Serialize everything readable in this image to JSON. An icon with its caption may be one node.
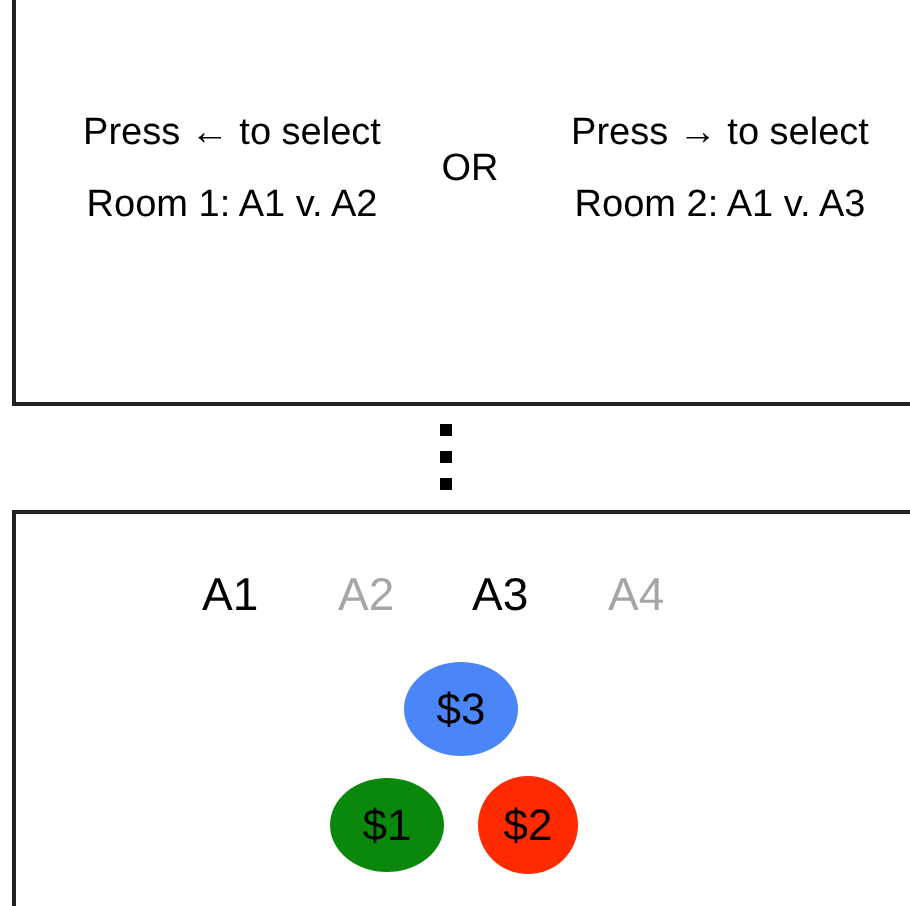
{
  "diagram": {
    "nodes": [
      {
        "text": [
          "Press ← to select Room 1: A1 v. A2",
          "OR",
          "Press → to select Room 2: A1 v. A3"
        ]
      },
      {
        "text": [
          "A1",
          "A2",
          "A3",
          "A4"
        ]
      },
      {
        "text": [
          "$3"
        ],
        "in": 1
      },
      {
        "text": [
          "$1"
        ],
        "in": 1
      },
      {
        "text": [
          "$2"
        ],
        "in": 1
      }
    ],
    "edges": [
      {
        "from": 0,
        "to": 1,
        "arrow": "none",
        "style": "dashed"
      }
    ]
  }
}
